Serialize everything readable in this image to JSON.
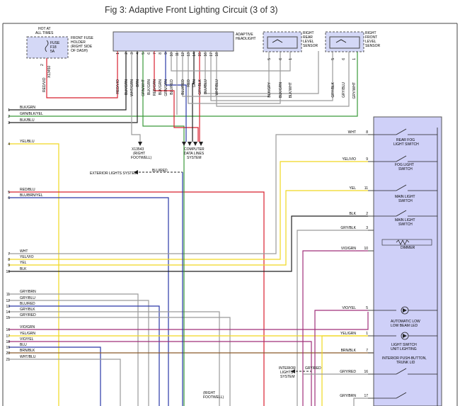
{
  "title": "Fig 3: Adaptive Front Lighting Circuit (3 of 3)",
  "fuse": {
    "hot": "HOT AT",
    "hot2": "ALL TIMES",
    "name": "FUSE",
    "id": "F18",
    "amp": "5A",
    "holder": [
      "FRONT FUSE",
      "HOLDER",
      "(RIGHT SIDE",
      "OF DASH)"
    ],
    "wire": "RED/VIO",
    "conn": "X13450",
    "pin": "2"
  },
  "headlight": {
    "label": [
      "ADAPTIVE",
      "HEADLIGHT"
    ],
    "pins": [
      {
        "wire": "RED/VIO",
        "num": "1"
      },
      {
        "wire": "BLK/GRN",
        "num": "2"
      },
      {
        "wire": "WHT/GRN",
        "num": "3"
      },
      {
        "wire": "BRN",
        "num": "4"
      },
      {
        "wire": "GRN/WHT",
        "num": "5"
      },
      {
        "wire": "BLK/GRN",
        "num": "6"
      },
      {
        "wire": "RED/GRN",
        "num": "7"
      },
      {
        "wire": "BLK/GRN",
        "num": "8"
      },
      {
        "wire": "GRN/GRN",
        "num": "9"
      },
      {
        "wire": "BLU/RED",
        "num": "10"
      },
      {
        "wire": "",
        "num": "11"
      },
      {
        "wire": "BLU/RED",
        "num": "12"
      },
      {
        "wire": "RED",
        "num": "13"
      },
      {
        "wire": "GRN",
        "num": "14"
      },
      {
        "wire": "GRY/BLK",
        "num": "15"
      },
      {
        "wire": "BLU/BLU",
        "num": "16"
      },
      {
        "wire": "",
        "num": "17"
      },
      {
        "wire": "WHT/BLU",
        "num": "18"
      }
    ]
  },
  "rear_sensor": {
    "label": [
      "RIGHT",
      "REAR",
      "LEVEL",
      "SENSOR"
    ],
    "pins": [
      {
        "wire": "BLK/GRY",
        "num": "5"
      },
      {
        "wire": "BLK/GRN",
        "num": "6"
      },
      {
        "wire": "BLK/WHT",
        "num": "1"
      }
    ]
  },
  "front_sensor": {
    "label": [
      "RIGHT",
      "FRONT",
      "LEVEL",
      "SENSOR"
    ],
    "pins": [
      {
        "wire": "GRY/BLK",
        "num": "5"
      },
      {
        "wire": "GRY/BLU",
        "num": "6"
      },
      {
        "wire": "GRY/WHT",
        "num": "1"
      }
    ]
  },
  "left_wires": [
    {
      "num": "1",
      "wire": "BLK/GRN"
    },
    {
      "num": "2",
      "wire": "GRN/BLK/YEL"
    },
    {
      "num": "3",
      "wire": "BLK/BLU"
    },
    {
      "num": "4",
      "wire": "YEL/BLU"
    },
    {
      "num": "5",
      "wire": "RED/BLU"
    },
    {
      "num": "6",
      "wire": "BLU/BRN/YEL"
    },
    {
      "num": "7",
      "wire": "WHT"
    },
    {
      "num": "8",
      "wire": "YEL/VIO"
    },
    {
      "num": "9",
      "wire": "YEL"
    },
    {
      "num": "10",
      "wire": "BLK"
    },
    {
      "num": "11",
      "wire": "GRY/BRN"
    },
    {
      "num": "12",
      "wire": "GRY/BLU"
    },
    {
      "num": "13",
      "wire": "BLU/RED"
    },
    {
      "num": "14",
      "wire": "GRY/BLK"
    },
    {
      "num": "15",
      "wire": "GRY/RED"
    },
    {
      "num": "16",
      "wire": "VIO/GRN"
    },
    {
      "num": "17",
      "wire": "YEL/GRN"
    },
    {
      "num": "18",
      "wire": "VIO/YEL"
    },
    {
      "num": "19",
      "wire": "BLU"
    },
    {
      "num": "20",
      "wire": "BRN/BLK"
    },
    {
      "num": "21",
      "wire": "WHT/BLU"
    }
  ],
  "ground": {
    "conn": "X13543",
    "loc": [
      "(RIGHT",
      "FOOTWELL)"
    ]
  },
  "data_lines": [
    "COMPUTER",
    "DATA LINES",
    "SYSTEM"
  ],
  "exterior": {
    "label": "EXTERIOR LIGHTS SYSTEM",
    "wire": "BLU/RED"
  },
  "interior": {
    "label": [
      "INTERIOR",
      "LIGHTS",
      "SYSTEM"
    ],
    "wire": "GRY/RED"
  },
  "bottom_label": [
    "(RIGHT",
    "FOOTWELL)"
  ],
  "switch_wires": [
    {
      "wire": "WHT",
      "num": "8"
    },
    {
      "wire": "YEL/VIO",
      "num": "9"
    },
    {
      "wire": "YEL",
      "num": "11"
    },
    {
      "wire": "BLK",
      "num": "2"
    },
    {
      "wire": "GRY/BLK",
      "num": "3"
    },
    {
      "wire": "VIO/GRN",
      "num": "10"
    },
    {
      "wire": "VIO/YEL",
      "num": "5"
    },
    {
      "wire": "YEL/GRN",
      "num": "1"
    },
    {
      "wire": "BRN/BLK",
      "num": "7"
    },
    {
      "wire": "GRY/RED",
      "num": "16"
    },
    {
      "wire": "GRY/BRN",
      "num": "17"
    }
  ],
  "switch_labels": {
    "rear_fog": [
      "REAR FOG",
      "LIGHT SWITCH"
    ],
    "fog": [
      "FOG LIGHT",
      "SWITCH"
    ],
    "main1": [
      "MAIN LIGHT",
      "SWITCH"
    ],
    "main2": [
      "MAIN LIGHT",
      "SWITCH"
    ],
    "dimmer": "DIMMER",
    "auto": [
      "AUTOMATIC LOW",
      "LOW BEAM LED"
    ],
    "unit": [
      "LIGHT SWITCH",
      "UNIT LIGHTING"
    ],
    "trunk": [
      "INTERIOR PUSH-BUTTON,",
      "TRUNK LID"
    ]
  },
  "colors": {
    "red": "#d8202f",
    "blue": "#2a38a8",
    "yellow": "#f0d820",
    "green": "#3a9a3a",
    "violet": "#a0307a",
    "gray": "#9a9a9a",
    "brown": "#8a5a2a",
    "black": "#222222",
    "switch_bg": "#cfd0f8",
    "box_bg": "#d4d8f6"
  }
}
